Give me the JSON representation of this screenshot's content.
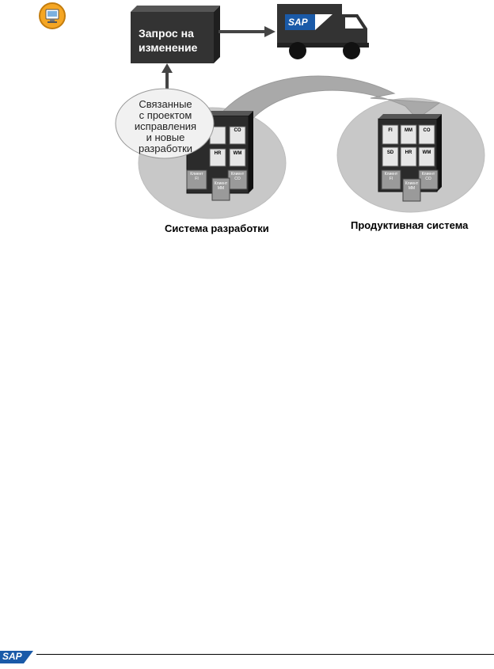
{
  "change_request": {
    "line1": "Запрос на",
    "line2": "изменение"
  },
  "truck": {
    "logo_text": "SAP"
  },
  "bubble": {
    "line1": "Связанные",
    "line2": "с проектом",
    "line3": "исправления",
    "line4": "и новые",
    "line5": "разработки"
  },
  "dev_system": {
    "caption": "Система разработки",
    "modules_top": [
      "",
      "",
      "CO"
    ],
    "modules_mid": [
      "",
      "HR",
      "WM"
    ],
    "clients": [
      "Клиент",
      "Клиент",
      "Клиент"
    ],
    "client_sub": [
      "FI",
      "MM",
      "CO"
    ]
  },
  "prod_system": {
    "caption": "Продуктивная система",
    "modules_top": [
      "FI",
      "MM",
      "CO"
    ],
    "modules_mid": [
      "SD",
      "HR",
      "WM"
    ],
    "clients": [
      "Клиент",
      "Клиент",
      "Клиент"
    ],
    "client_sub": [
      "FI",
      "MM",
      "CO"
    ]
  },
  "footer": {
    "logo_text": "SAP"
  },
  "colors": {
    "box_dark": "#333333",
    "ellipse_gray": "#c8c8c8",
    "arrow_gray": "#a9a9a9",
    "icon_orange": "#f5a623",
    "sap_blue": "#1a5aa8"
  }
}
